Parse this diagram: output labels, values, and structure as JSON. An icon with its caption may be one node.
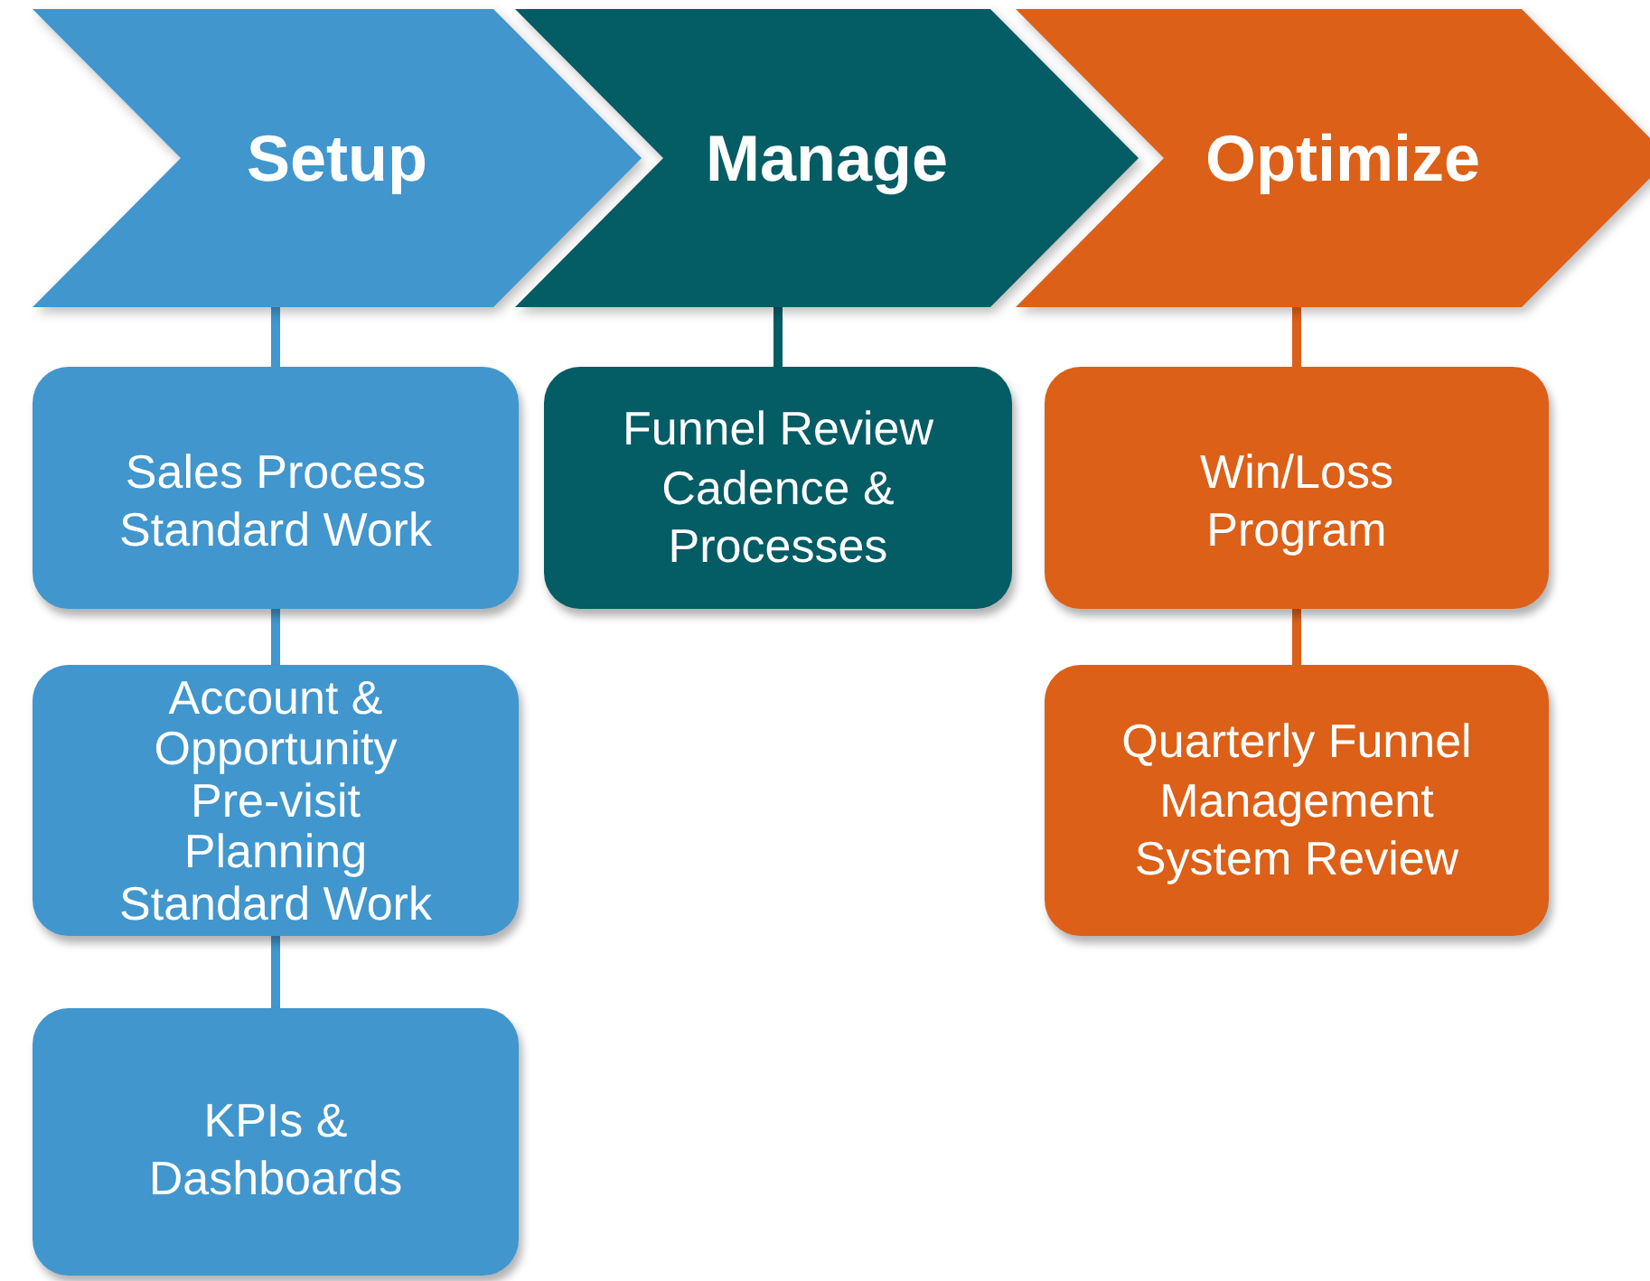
{
  "diagram": {
    "nodes": [
      {
        "text": [
          "Setup"
        ]
      },
      {
        "text": [
          "Manage"
        ]
      },
      {
        "text": [
          "Optimize"
        ]
      },
      {
        "text": [
          "Sales Process Standard Work"
        ]
      },
      {
        "text": [
          "Account & Opportunity Pre-visit Planning Standard Work"
        ]
      },
      {
        "text": [
          "KPIs & Dashboards"
        ]
      },
      {
        "text": [
          "Funnel Review Cadence & Processes"
        ]
      },
      {
        "text": [
          "Win/Loss Program"
        ]
      },
      {
        "text": [
          "Quarterly Funnel Management System Review"
        ]
      }
    ],
    "edges": [
      {
        "from": 0,
        "to": 3,
        "arrow": "none"
      },
      {
        "from": 3,
        "to": 4,
        "arrow": "none"
      },
      {
        "from": 4,
        "to": 5,
        "arrow": "none"
      },
      {
        "from": 1,
        "to": 6,
        "arrow": "none",
        "color": "#045c64"
      },
      {
        "from": 2,
        "to": 7,
        "arrow": "none",
        "color": "#dc6018"
      },
      {
        "from": 7,
        "to": 8,
        "arrow": "none",
        "color": "#dc6018"
      }
    ]
  }
}
